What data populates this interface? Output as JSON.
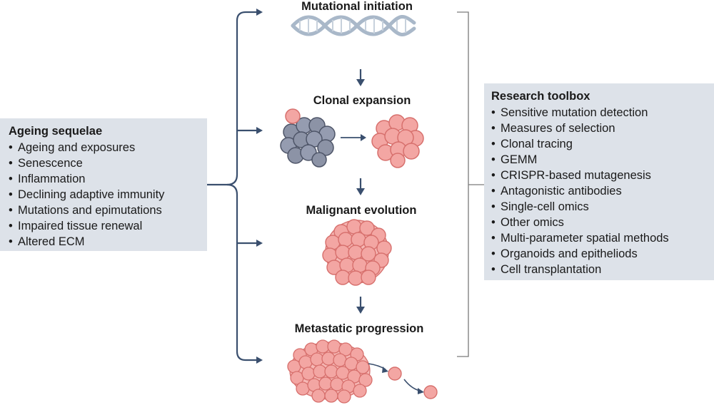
{
  "stages": [
    {
      "title": "Mutational initiation"
    },
    {
      "title": "Clonal expansion"
    },
    {
      "title": "Malignant evolution"
    },
    {
      "title": "Metastatic progression"
    }
  ],
  "ageing_sequelae": {
    "title": "Ageing sequelae",
    "items": [
      "Ageing and exposures",
      "Senescence",
      "Inflammation",
      "Declining adaptive immunity",
      "Mutations and epimutations",
      "Impaired tissue renewal",
      "Altered ECM"
    ]
  },
  "research_toolbox": {
    "title": "Research toolbox",
    "items": [
      "Sensitive mutation detection",
      "Measures of selection",
      "Clonal tracing",
      "GEMM",
      "CRISPR-based mutagenesis",
      "Antagonistic antibodies",
      "Single-cell omics",
      "Other omics",
      "Multi-parameter spatial methods",
      "Organoids and epitheliods",
      "Cell transplantation"
    ]
  },
  "colors": {
    "panel_bg": "#dde2e9",
    "arrow": "#3a4f6e",
    "bracket": "#7a7a7a",
    "dna": "#a9b8c9",
    "normal_cell": "#8c93a6",
    "tumor_cell": "#f3a6a3",
    "tumor_edge": "#d7706d"
  }
}
